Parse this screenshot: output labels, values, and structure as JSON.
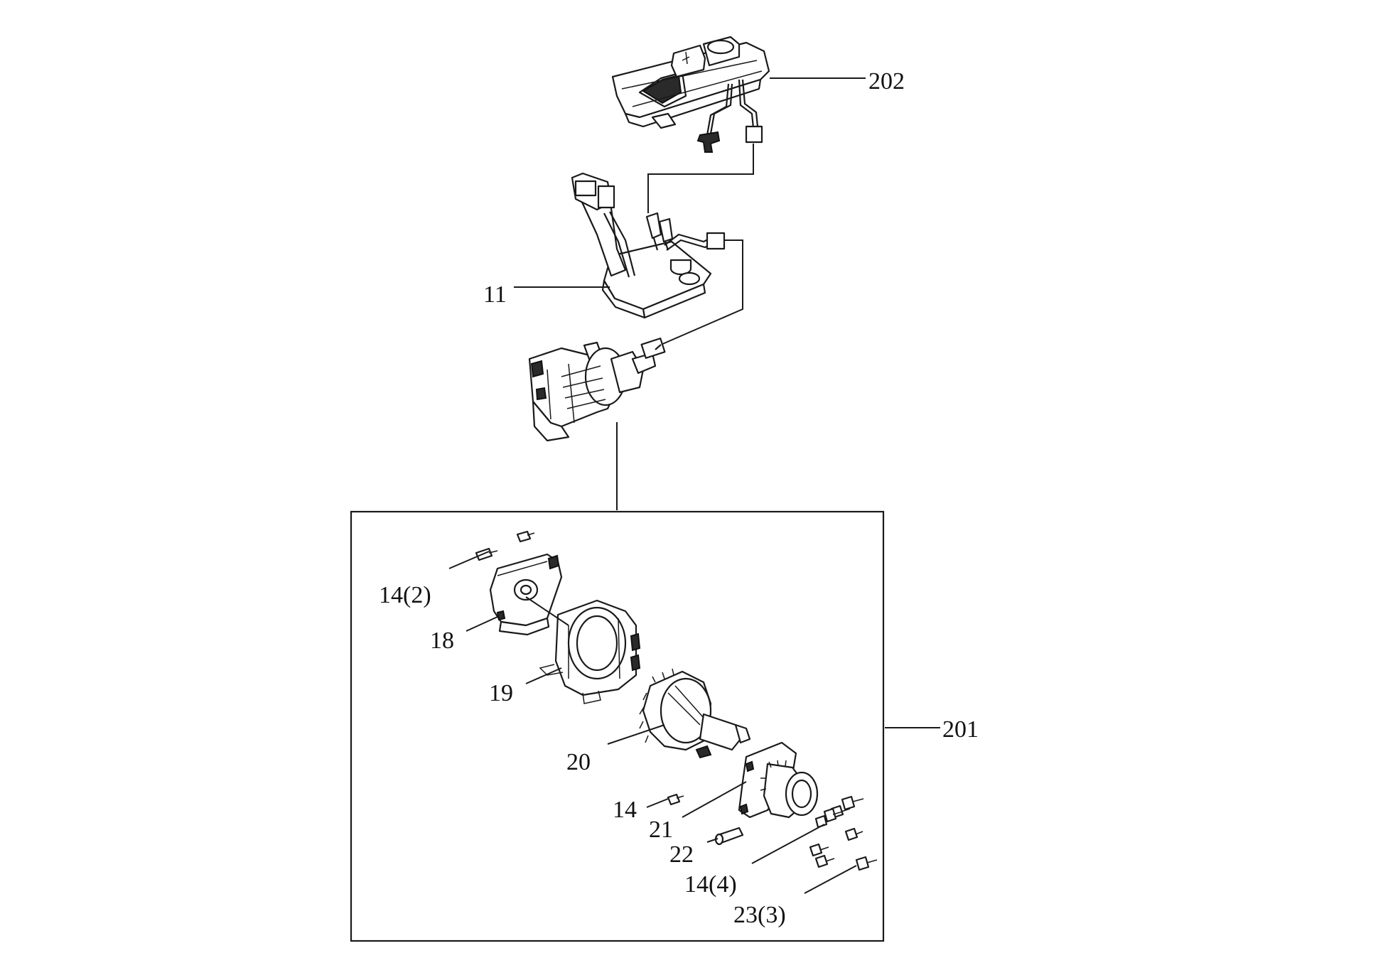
{
  "callouts": {
    "c202": "202",
    "c11": "11",
    "c201": "201",
    "c14_2": "14(2)",
    "c18": "18",
    "c19": "19",
    "c20": "20",
    "c14": "14",
    "c21": "21",
    "c22": "22",
    "c14_4": "14(4)",
    "c23_3": "23(3)"
  }
}
